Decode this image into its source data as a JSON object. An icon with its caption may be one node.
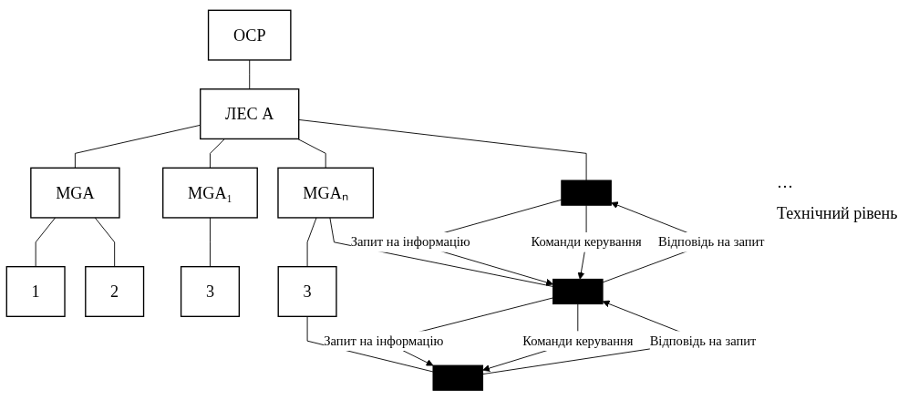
{
  "diagram": {
    "nodes": [
      {
        "text": [
          "ОСР"
        ]
      },
      {
        "text": [
          "ЛЕС А"
        ]
      },
      {
        "text": [
          "MGA"
        ]
      },
      {
        "text": [
          "MGA₁"
        ]
      },
      {
        "text": [
          "MGAₙ"
        ]
      },
      {
        "text": [
          "1"
        ]
      },
      {
        "text": [
          "2"
        ]
      },
      {
        "text": [
          "3"
        ]
      },
      {
        "text": [
          "3"
        ]
      },
      {
        "text": [],
        "shape": "bar"
      },
      {
        "text": [],
        "shape": "bar"
      },
      {
        "text": [],
        "shape": "bar"
      }
    ],
    "edges": [
      {
        "from": 0,
        "to": 1,
        "arrow": "none"
      },
      {
        "from": 1,
        "to": 9,
        "arrow": "none"
      },
      {
        "from": 1,
        "to": 2,
        "arrow": "none"
      },
      {
        "from": 1,
        "to": 3,
        "arrow": "none"
      },
      {
        "from": 1,
        "to": 4,
        "arrow": "none"
      },
      {
        "from": 4,
        "to": 10,
        "arrow": "none"
      },
      {
        "from": 2,
        "to": 5,
        "arrow": "none"
      },
      {
        "from": 2,
        "to": 6,
        "arrow": "none"
      },
      {
        "from": 3,
        "to": 7,
        "arrow": "none"
      },
      {
        "from": 4,
        "to": 8,
        "arrow": "none"
      },
      {
        "from": 8,
        "to": 11,
        "arrow": "none"
      },
      {
        "from": 9,
        "to": 10,
        "arrow": "to",
        "label": "Запит на інформацію"
      },
      {
        "from": 10,
        "to": 9,
        "arrow": "to",
        "label": "Відповідь на запит"
      },
      {
        "from": 9,
        "to": 10,
        "arrow": "to",
        "label": "Команди керування"
      },
      {
        "from": 10,
        "to": 11,
        "arrow": "to",
        "label": "Запит на інформацію"
      },
      {
        "from": 11,
        "to": 10,
        "arrow": "to",
        "label": "Відповідь на запит"
      },
      {
        "from": 10,
        "to": 11,
        "arrow": "to",
        "label": "Команди керування"
      }
    ],
    "labels": [
      "···",
      "Технічний рівень"
    ]
  }
}
